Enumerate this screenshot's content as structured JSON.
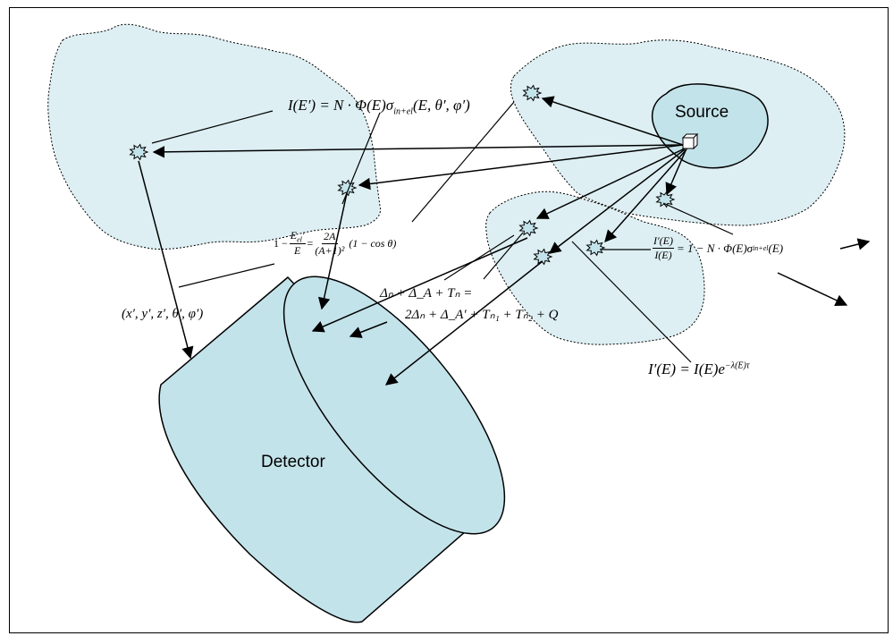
{
  "labels": {
    "source": "Source",
    "detector": "Detector"
  },
  "equations": {
    "intensity_scatter": "I(E′) = N · Φ(E)σ",
    "intensity_scatter_sub": "in+el",
    "intensity_scatter_args": "(E, θ′, φ′)",
    "energy_ratio_lhs": "1 − ",
    "energy_ratio_num": "E",
    "energy_ratio_num_sub": "el",
    "energy_ratio_num_prime": "′",
    "energy_ratio_den": "E",
    "energy_ratio_eq": " = ",
    "energy_ratio_frac_num": "2A",
    "energy_ratio_frac_den": "(A+1)²",
    "energy_ratio_tail": "(1 − cos θ)",
    "position": "(x′, y′, z′, θ′, φ′)",
    "delta_line1": "Δₙ + Δ_A + Tₙ =",
    "delta_line2": "2Δₙ + Δ_A′ + Tₙ₁ + Tₙ₂ + Q",
    "transmission_num": "I′(E)",
    "transmission_den": "I(E)",
    "transmission_rhs": "= 1 − N · Φ(E)σ",
    "transmission_rhs_sub": "in+el",
    "transmission_rhs_arg": "(E)",
    "attenuation": "I′(E) = I(E)e",
    "attenuation_sup": "−λ(E)τ"
  },
  "colors": {
    "fill": "#c3e3ea",
    "cloud_fill": "#ddeff3",
    "stroke": "#000000"
  }
}
